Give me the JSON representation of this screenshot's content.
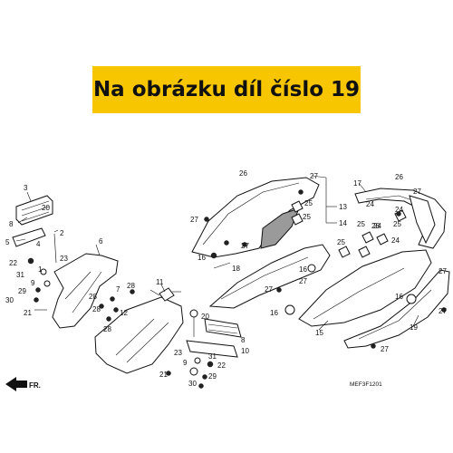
{
  "banner": {
    "text": "Na obrázku díl číslo 19",
    "color": "#f7c600"
  },
  "diagram": {
    "code": "MEF3F1201",
    "front_arrow": {
      "label": "FR."
    },
    "callouts": {
      "c1": "1",
      "c2": "2",
      "c3": "3",
      "c4": "4",
      "c5": "5",
      "c6": "6",
      "c7": "7",
      "c8": "8",
      "c9a": "9",
      "c9b": "9",
      "c10": "10",
      "c11": "11",
      "c12": "12",
      "c13": "13",
      "c14": "14",
      "c15": "15",
      "c16a": "16",
      "c16b": "16",
      "c16c": "16",
      "c16d": "16",
      "c17": "17",
      "c18": "18",
      "c19": "19",
      "c20a": "20",
      "c20b": "20",
      "c21a": "21",
      "c21b": "21",
      "c22a": "22",
      "c22b": "22",
      "c23a": "23",
      "c23b": "23",
      "c24a": "24",
      "c24b": "24",
      "c24c": "24",
      "c24d": "24",
      "c25a": "25",
      "c25b": "25",
      "c25c": "25",
      "c25d": "25",
      "c25e": "25",
      "c26a": "26",
      "c26b": "26",
      "c27a": "27",
      "c27b": "27",
      "c27c": "27",
      "c27d": "27",
      "c27e": "27",
      "c27f": "27",
      "c27g": "27",
      "c27h": "27",
      "c28a": "28",
      "c28b": "28",
      "c28c": "28",
      "c28d": "28",
      "c29a": "29",
      "c29b": "29",
      "c30a": "30",
      "c30b": "30",
      "c31a": "31",
      "c31b": "31"
    }
  }
}
